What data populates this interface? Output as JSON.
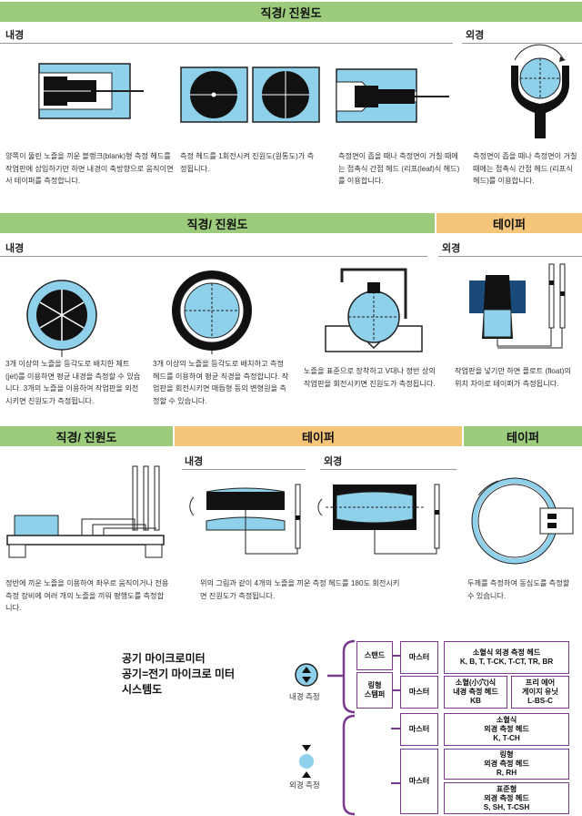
{
  "section1": {
    "header": "직경/ 진원도",
    "inner_label": "내경",
    "outer_label": "외경",
    "desc1": "양쪽이 뚫린 노즐을 끼운 블랭크(blank)형 측정 헤드를 작업판에 삽입하기만 하면 내경이 축방향으로 움직이면서 테이퍼를 측정합니다.",
    "desc2": "측정 헤드를 1회전시켜 진원도(원통도)가 측정됩니다.",
    "desc3": "측정면이 좁을 때나 측정면이 거칠 때에는 접촉식 간접 헤드 (리프(leaf)식 헤드)를 이용합니다.",
    "desc4": "측정면이 좁을 때나 측정면이 거칠 때에는 접촉식 간접 헤드 (리프식 헤드)를 이용합니다."
  },
  "section2": {
    "header_left": "직경/ 진원도",
    "header_right": "테이퍼",
    "inner_label": "내경",
    "outer_label": "외경",
    "desc1": "3개 이상의 노즐을 등각도로 배치한 제트(jet)를 이용하면 평균 내경을 측정할 수 있습니다. 3개의 노즐을 이용하여 작업판을 외전시키면 진원도가 측정됩니다.",
    "desc2": "3개 이상의 노즐을 등각도로 배치하고 측정 헤드를 이용하여 평균 직경을 측정합니다. 작업판을 회전시키면 매듭형 등의 변형원을 측정할 수 있습니다.",
    "desc3": "노즐을 표준으로 장착하고 V대나 정반 상의 작업판을 회전시키면 진원도가 측정됩니다.",
    "desc4": "작업판을 넣기만 하면 플로트 (float)의 위치 차이로 테이퍼가 측정됩니다."
  },
  "section3": {
    "header_left": "직경/ 진원도",
    "header_mid": "테이퍼",
    "header_right": "테이퍼",
    "inner_label": "내경",
    "outer_label": "외경",
    "desc1": "정반에 끼운 노즐을 이용하여 좌우로 움직이거나 전용 측정 장비에 여러 개의 노즐을 끼워 평행도를 측정합니다.",
    "desc2": "위의 그림과 같이 4개의 노즐을 끼운 측정 헤드를 180도 회전시키면 진원도가 측정됩니다.",
    "desc3": "두께를 측정하여 동심도를 측정할 수 있습니다."
  },
  "system": {
    "title_lines": [
      "공기 마이크로미터",
      "공기=전기 마이크로 미터",
      "시스템도"
    ],
    "inner_label": "내경 측정",
    "outer_label": "외경 측정",
    "stand": "스탠드",
    "ring": [
      "링형",
      "스템퍼"
    ],
    "master": "마스터",
    "inner_row1": [
      "소혈식 외경 측정 헤드",
      "K, B, T, T-CK, T-CT, TR, BR"
    ],
    "inner_row2a": [
      "소혈(小穴)식",
      "내경 측정 헤드",
      "KB"
    ],
    "inner_row2b": [
      "프리 에어",
      "게이지 유닛",
      "L-BS-C"
    ],
    "outer_row1": [
      "소혈식",
      "외경 측정 헤드",
      "K, T-CH"
    ],
    "outer_row2": [
      "링형",
      "외경 측정 헤드",
      "R, RH"
    ],
    "outer_row3": [
      "표준형",
      "외경 측정 헤드",
      "S, SH, T-CSH"
    ]
  },
  "colors": {
    "green": "#9bcb7b",
    "orange": "#f5c57a",
    "blue": "#8fd0ea",
    "purple": "#7a3b8f"
  }
}
